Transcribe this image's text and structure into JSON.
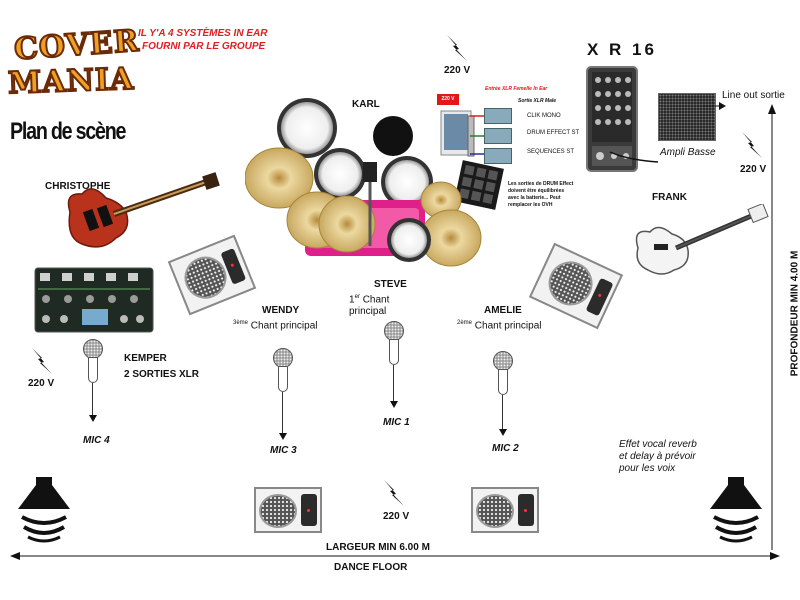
{
  "logo": {
    "line1": "COVER",
    "line2": "MANIA"
  },
  "title": "Plan de scène",
  "note": {
    "line1": "IL Y'A 4 SYSTÈMES IN EAR",
    "line2": "FOURNI PAR LE GROUPE"
  },
  "mixer": {
    "title": "X R 16"
  },
  "power_label": "220 V",
  "small_power_label": "220 V",
  "line_out": "Line out sortie",
  "ampli_basse": "Ampli Basse",
  "in_ear": {
    "header": "Entrée XLR Femelle  In Ear",
    "sortie": "Sortie XLR Male",
    "items": [
      "CLIK MONO",
      "DRUM EFFECT ST",
      "SEQUENCES ST"
    ],
    "note_line1": "Les sorties de DRUM Effect",
    "note_line2": "doivent être équilibrées",
    "note_line3": "avec la batterie... Peut",
    "note_line4": "remplacer les OVH"
  },
  "musicians": {
    "christophe": "CHRISTOPHE",
    "karl": "KARL",
    "frank": "FRANK",
    "wendy": "WENDY",
    "wendy_sup": "3ème",
    "wendy_role": "Chant principal",
    "steve": "STEVE",
    "steve_sup": "er",
    "steve_role_pre": "1",
    "steve_role_line1": "Chant",
    "steve_role_line2": "principal",
    "amelie": "AMELIE",
    "amelie_sup": "2ème",
    "amelie_role": "Chant principal"
  },
  "kemper": {
    "line1": "KEMPER",
    "line2": "2 SORTIES XLR"
  },
  "mics": [
    "MIC 4",
    "MIC 3",
    "MIC 1",
    "MIC 2"
  ],
  "effect_note": {
    "line1": "Effet vocal reverb",
    "line2": "et delay  à  prévoir",
    "line3": "pour les voix"
  },
  "depth": "PROFONDEUR MIN 4.00 M",
  "width": "LARGEUR MIN 6.00 M",
  "dance_floor": "DANCE FLOOR",
  "colors": {
    "note_red": "#e02020",
    "drum_pink": "#e0208a",
    "cymbal_gold": "#d9c07a",
    "guitar_red": "#b8321c",
    "logo_orange": "#f0a020"
  }
}
